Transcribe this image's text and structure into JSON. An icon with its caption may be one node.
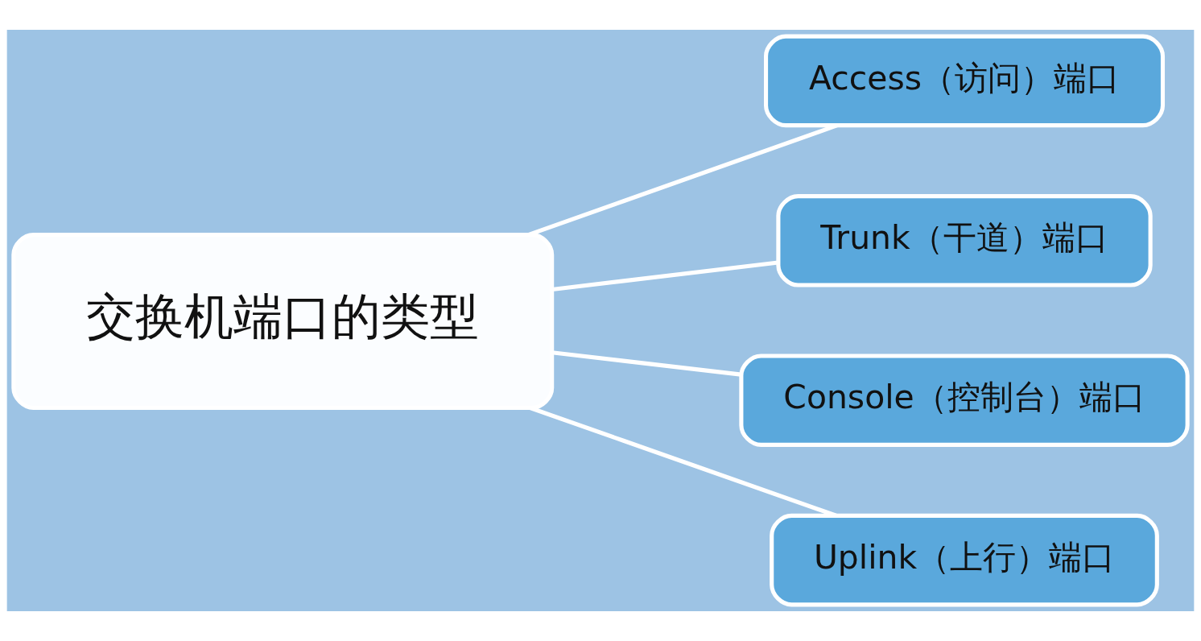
{
  "diagram": {
    "nodes": [
      {
        "text": [
          "交换机端口的类型"
        ]
      },
      {
        "text": [
          "Access（访问）端口"
        ]
      },
      {
        "text": [
          "Trunk（干道）端口"
        ]
      },
      {
        "text": [
          "Console（控制台）端口"
        ]
      },
      {
        "text": [
          "Uplink（上行）端口"
        ]
      }
    ],
    "edges": [
      {
        "from": 0,
        "to": 1,
        "arrow": "none"
      },
      {
        "from": 0,
        "to": 2,
        "arrow": "none"
      },
      {
        "from": 0,
        "to": 3,
        "arrow": "none"
      },
      {
        "from": 0,
        "to": 4,
        "arrow": "none"
      }
    ]
  }
}
